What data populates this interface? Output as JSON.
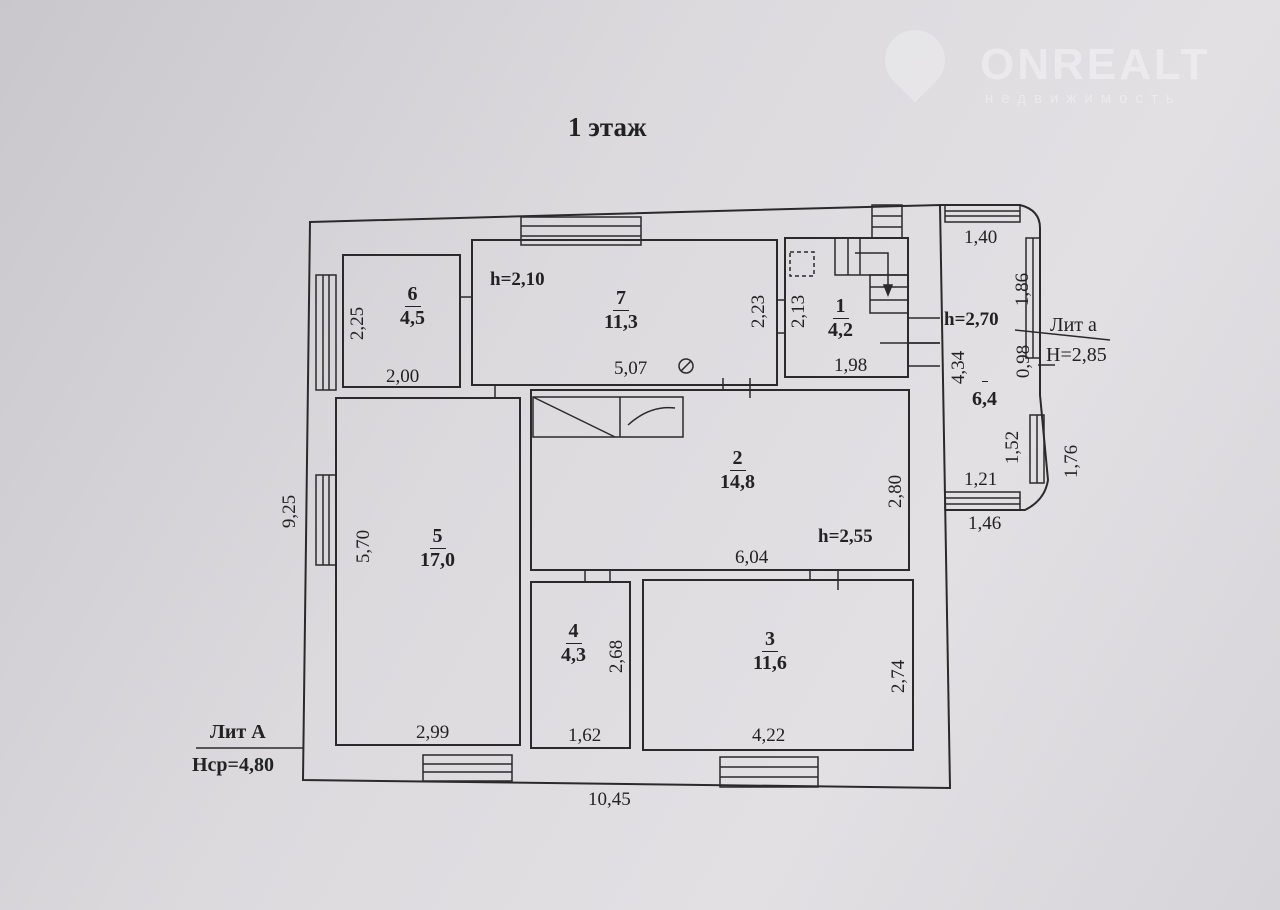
{
  "title": "1 этаж",
  "watermark": {
    "brand": "ONREALT",
    "subtitle": "недвижимость"
  },
  "rooms": [
    {
      "number": "1",
      "area": "4,2"
    },
    {
      "number": "2",
      "area": "14,8"
    },
    {
      "number": "3",
      "area": "11,6"
    },
    {
      "number": "4",
      "area": "4,3"
    },
    {
      "number": "5",
      "area": "17,0"
    },
    {
      "number": "6",
      "area": "4,5"
    },
    {
      "number": "7",
      "area": "11,3"
    },
    {
      "number": "",
      "area": "6,4"
    }
  ],
  "heights": {
    "room7": "h=2,10",
    "room1": "h=2,70",
    "room2": "h=2,55"
  },
  "lit_a_main": {
    "label": "Лит А",
    "height": "Hср=4,80"
  },
  "lit_a_annex": {
    "label": "Лит а",
    "height": "H=2,85"
  },
  "dims": {
    "r6_h": "2,25",
    "r6_w": "2,00",
    "r7_w": "5,07",
    "r7_h": "2,23",
    "r1_h": "2,13",
    "r1_w": "1,98",
    "annex_top": "1,40",
    "annex_side1": "1,86",
    "annex_h": "4,34",
    "annex_side2": "0,98",
    "annex_side3": "1,52",
    "annex_side4": "1,76",
    "annex_bottom_in": "1,21",
    "annex_bottom_out": "1,46",
    "r5_h": "5,70",
    "r5_w": "2,99",
    "r2_h": "2,80",
    "r2_w": "6,04",
    "r4_h": "2,68",
    "r4_w": "1,62",
    "r3_h": "2,74",
    "r3_w": "4,22",
    "total_h": "9,25",
    "total_w": "10,45"
  }
}
